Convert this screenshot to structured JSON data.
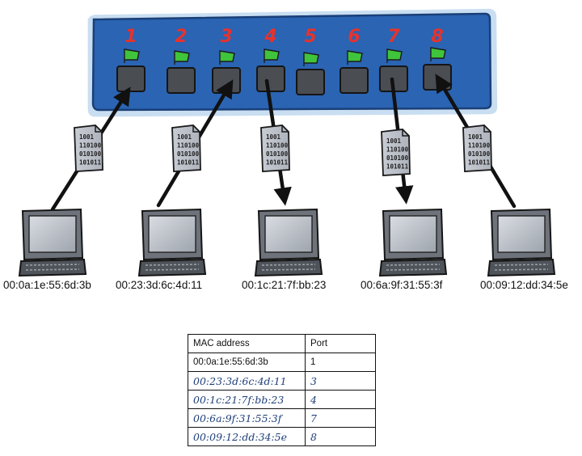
{
  "switch": {
    "ports": [
      {
        "label": "1",
        "flag": true
      },
      {
        "label": "2",
        "flag": true
      },
      {
        "label": "3",
        "flag": true
      },
      {
        "label": "4",
        "flag": true
      },
      {
        "label": "5",
        "flag": true
      },
      {
        "label": "6",
        "flag": true
      },
      {
        "label": "7",
        "flag": true
      },
      {
        "label": "8",
        "flag": true
      }
    ],
    "body_color": "#2a64b3",
    "port_color": "#4a4d52",
    "flag_color": "#3fc43b",
    "number_color": "#e8322b"
  },
  "packet_text": [
    "1001",
    "110100",
    "010100",
    "101011"
  ],
  "computers": [
    {
      "mac": "00:0a:1e:55:6d:3b"
    },
    {
      "mac": "00:23:3d:6c:4d:11"
    },
    {
      "mac": "00:1c:21:7f:bb:23"
    },
    {
      "mac": "00:6a:9f:31:55:3f"
    },
    {
      "mac": "00:09:12:dd:34:5e"
    }
  ],
  "table": {
    "headers": [
      "MAC address",
      "Port"
    ],
    "rows": [
      {
        "mac": "00:0a:1e:55:6d:3b",
        "port": "1",
        "handwritten": false
      },
      {
        "mac": "00:23:3d:6c:4d:11",
        "port": "3",
        "handwritten": true
      },
      {
        "mac": "00:1c:21:7f:bb:23",
        "port": "4",
        "handwritten": true
      },
      {
        "mac": "00:6a:9f:31:55:3f",
        "port": "7",
        "handwritten": true
      },
      {
        "mac": "00:09:12:dd:34:5e",
        "port": "8",
        "handwritten": true
      }
    ]
  }
}
